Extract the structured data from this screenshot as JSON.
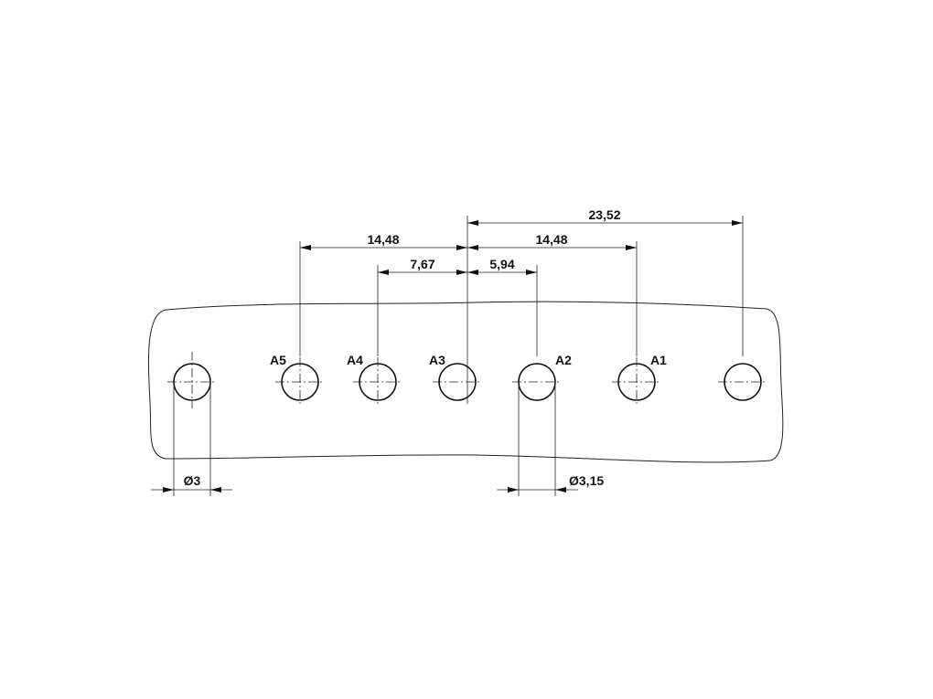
{
  "drawing": {
    "hole_labels": {
      "A5": "A5",
      "A4": "A4",
      "A3": "A3",
      "A2": "A2",
      "A1": "A1"
    },
    "dimensions": {
      "d_23_52": "23,52",
      "d_14_48_left": "14,48",
      "d_14_48_right": "14,48",
      "d_7_67": "7,67",
      "d_5_94": "5,94"
    },
    "diameters": {
      "small": "Ø3",
      "large": "Ø3,15"
    },
    "colors": {
      "line": "#222222",
      "background": "#ffffff"
    }
  }
}
